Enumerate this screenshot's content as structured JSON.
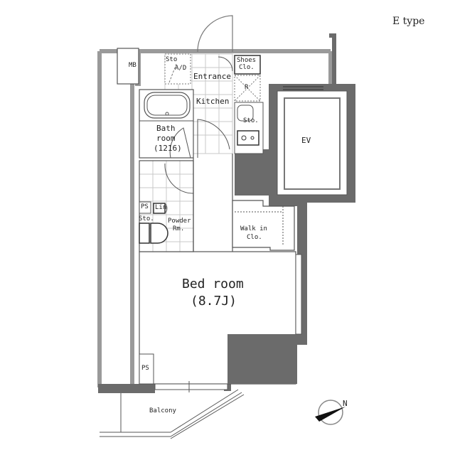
{
  "title": "E type",
  "rooms": {
    "mb": "MB",
    "storage_ad": {
      "line1": "Sto",
      "line2": "A/D"
    },
    "entrance": "Entrance",
    "kitchen": "Kitchen",
    "shoes_closet": {
      "line1": "Shoes",
      "line2": "Clo."
    },
    "refrigerator": "R",
    "storage_kitchen": "Sto.",
    "bath": {
      "line1": "Bath",
      "line2": "room",
      "line3": "(1216)"
    },
    "ps_upper": "PS",
    "linen": "Lin",
    "storage_powder": "Sto.",
    "powder_room": {
      "line1": "Powder",
      "line2": "Rm."
    },
    "ev": "EV",
    "walk_in_closet": {
      "line1": "Walk in",
      "line2": "Clo."
    },
    "bedroom": {
      "line1": "Bed room",
      "line2": "(8.7J)"
    },
    "ps_lower": "PS",
    "balcony": "Balcony"
  },
  "compass": {
    "label": "N"
  },
  "colors": {
    "wall": "#6b6b6b",
    "wall_light": "#b8b8b8",
    "line": "#333333",
    "grid": "#c8c8c8"
  }
}
